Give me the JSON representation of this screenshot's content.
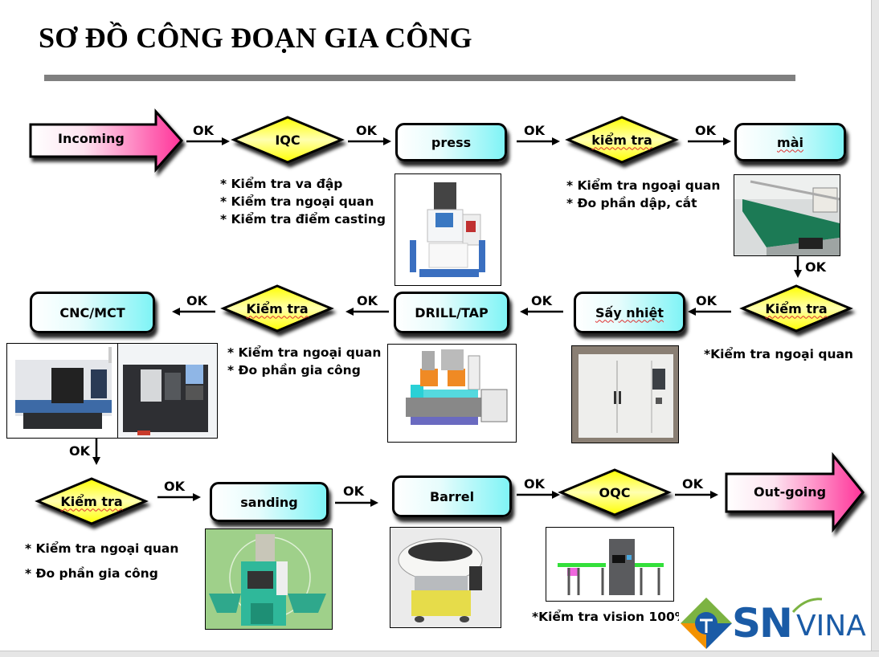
{
  "title": "SƠ ĐỒ CÔNG ĐOẠN GIA CÔNG",
  "colors": {
    "process_box_gradient_end": "#7ff4f6",
    "decision_fill": "#ffff33",
    "terminal_arrow_end": "#ff3399",
    "title_bar": "#808080",
    "logo_blue": "#1a5ba6",
    "logo_green": "#7cb342",
    "logo_orange": "#f39200"
  },
  "flow_label": "OK",
  "nodes": {
    "incoming": {
      "label": "Incoming",
      "type": "terminal"
    },
    "iqc": {
      "label": "IQC",
      "type": "decision",
      "notes": [
        "* Kiểm tra va đập",
        "* Kiểm tra ngoại quan",
        "* Kiểm tra điểm casting"
      ]
    },
    "press": {
      "label": "press",
      "type": "process",
      "image": "press-machine"
    },
    "check1": {
      "label": "kiểm tra",
      "type": "decision",
      "notes": [
        "* Kiểm tra ngoại quan",
        "* Đo phần dập, cắt"
      ]
    },
    "mai": {
      "label": "mài",
      "type": "process",
      "image": "conveyor-line"
    },
    "check2": {
      "label": "Kiểm tra",
      "type": "decision",
      "notes": [
        "*Kiểm tra ngoại quan"
      ]
    },
    "say": {
      "label": "Sấy nhiệt",
      "type": "process",
      "image": "drying-oven"
    },
    "drill": {
      "label": "DRILL/TAP",
      "type": "process",
      "image": "drill-tap-machine"
    },
    "check3": {
      "label": "Kiểm tra",
      "type": "decision",
      "notes": [
        "* Kiểm tra ngoại quan",
        "* Đo phần gia công"
      ]
    },
    "cnc": {
      "label": "CNC/MCT",
      "type": "process",
      "images": [
        "cnc-machine-1",
        "cnc-machine-2"
      ]
    },
    "check4": {
      "label": "Kiểm tra",
      "type": "decision",
      "notes": [
        "* Kiểm tra ngoại quan",
        "* Đo phần gia công"
      ]
    },
    "sanding": {
      "label": "sanding",
      "type": "process",
      "image": "sandblasting-machine"
    },
    "barrel": {
      "label": "Barrel",
      "type": "process",
      "image": "barrel-finishing-machine"
    },
    "oqc": {
      "label": "OQC",
      "type": "decision",
      "image": "vision-inspection-machine",
      "notes": [
        "*Kiểm tra vision 100%"
      ]
    },
    "outgoing": {
      "label": "Out-going",
      "type": "terminal"
    }
  },
  "logo": {
    "text_main": "SN",
    "text_sub": "VINA",
    "icon": "sn-vina-diamond-logo"
  }
}
